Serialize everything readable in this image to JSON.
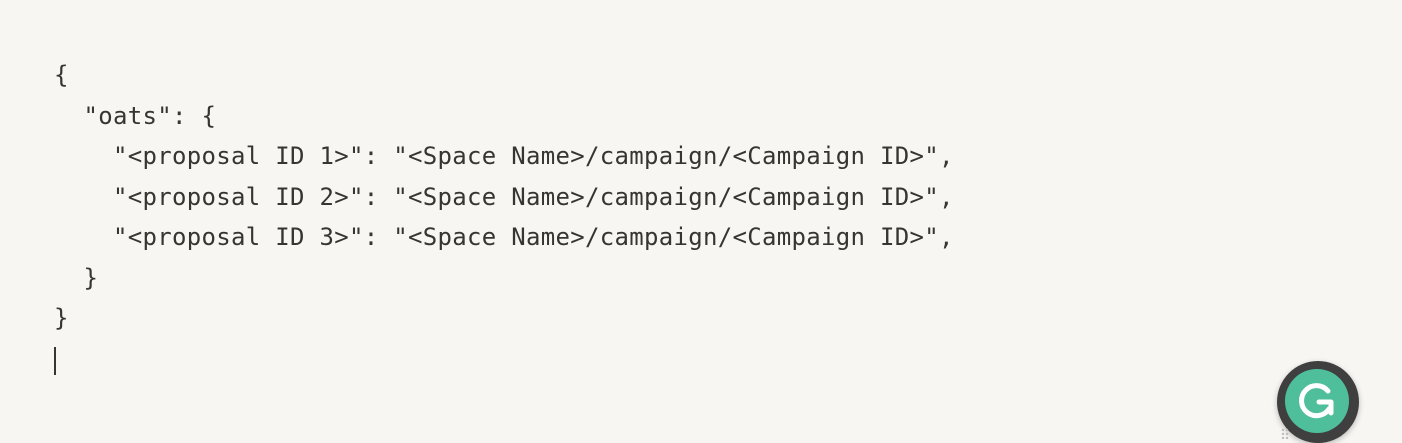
{
  "editor": {
    "lines": [
      "{",
      "  \"oats\": {",
      "    \"<proposal ID 1>\": \"<Space Name>/campaign/<Campaign ID>\",",
      "    \"<proposal ID 2>\": \"<Space Name>/campaign/<Campaign ID>\",",
      "    \"<proposal ID 3>\": \"<Space Name>/campaign/<Campaign ID>\",",
      "  }",
      "}"
    ]
  },
  "colors": {
    "background": "#f7f6f3",
    "text": "#37352f",
    "grammarly_ring": "#3f3f3f",
    "grammarly_green": "#4fbf9b"
  },
  "widgets": {
    "grammarly_icon": "grammarly-icon",
    "drag_handle_icon": "drag-handle-icon"
  }
}
